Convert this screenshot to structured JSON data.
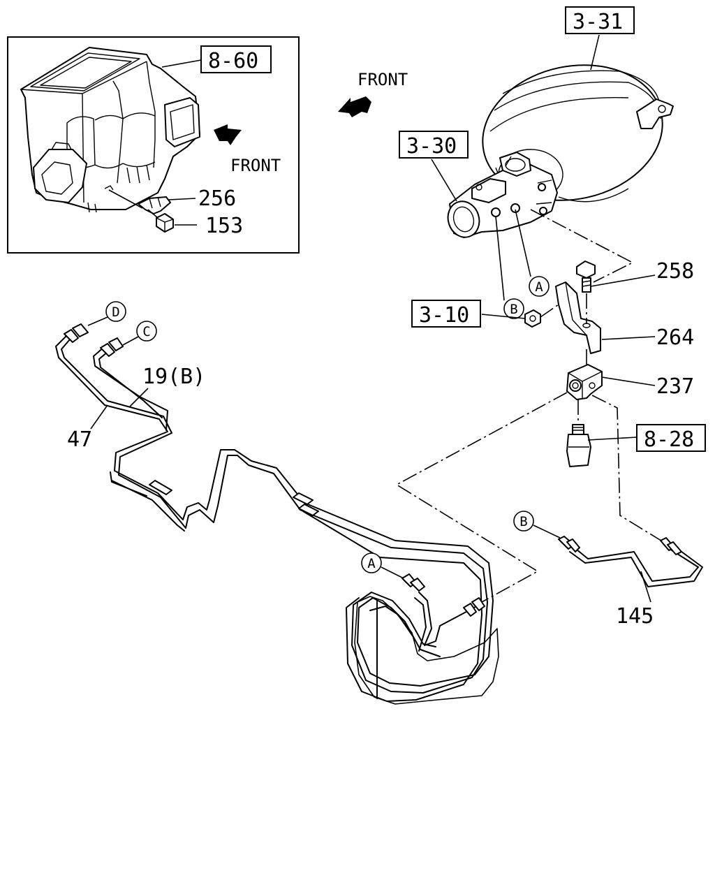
{
  "inset": {
    "ref_label": "8-60",
    "front_label": "FRONT",
    "part_256": "256",
    "part_153": "153"
  },
  "main": {
    "front_label": "FRONT",
    "ref_331": "3-31",
    "ref_330": "3-30",
    "ref_310": "3-10",
    "ref_828": "8-28",
    "part_258": "258",
    "part_264": "264",
    "part_237": "237",
    "part_19b": "19(B)",
    "part_47": "47",
    "part_145": "145"
  },
  "connectors": {
    "a_upper": "A",
    "b_upper": "B",
    "d": "D",
    "c": "C",
    "a_lower": "A",
    "b_lower": "B"
  },
  "icons": [
    "front-arrow-icon"
  ]
}
